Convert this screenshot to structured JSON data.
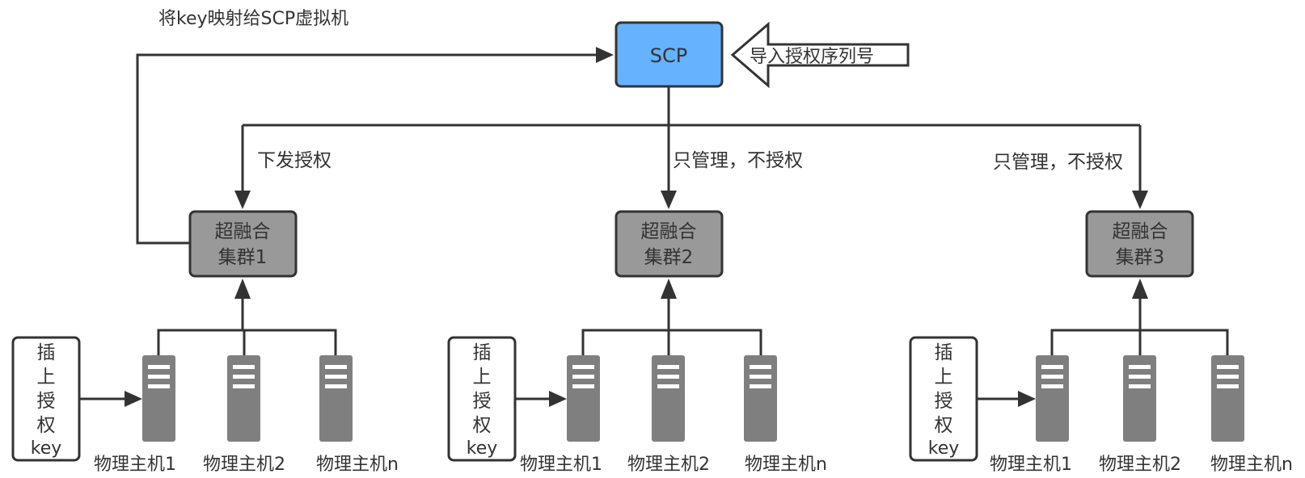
{
  "title_note": "将key映射给SCP虚拟机",
  "scp": {
    "label": "SCP"
  },
  "import_arrow": {
    "label": "导入授权序列号"
  },
  "edge_labels": {
    "left": "下发授权",
    "middle": "只管理，不授权",
    "right": "只管理，不授权"
  },
  "clusters": [
    {
      "line1": "超融合",
      "line2": "集群1"
    },
    {
      "line1": "超融合",
      "line2": "集群2"
    },
    {
      "line1": "超融合",
      "line2": "集群3"
    }
  ],
  "key_boxes": [
    {
      "lines": [
        "插",
        "上",
        "授",
        "权",
        "key"
      ]
    },
    {
      "lines": [
        "插",
        "上",
        "授",
        "权",
        "key"
      ]
    },
    {
      "lines": [
        "插",
        "上",
        "授",
        "权",
        "key"
      ]
    }
  ],
  "hosts": [
    [
      "物理主机1",
      "物理主机2",
      "物理主机n"
    ],
    [
      "物理主机1",
      "物理主机2",
      "物理主机n"
    ],
    [
      "物理主机1",
      "物理主机2",
      "物理主机n"
    ]
  ],
  "colors": {
    "scp_fill": "#66b2ff",
    "cluster_fill": "#999999",
    "line": "#333333",
    "server": "#7f7f7f"
  }
}
